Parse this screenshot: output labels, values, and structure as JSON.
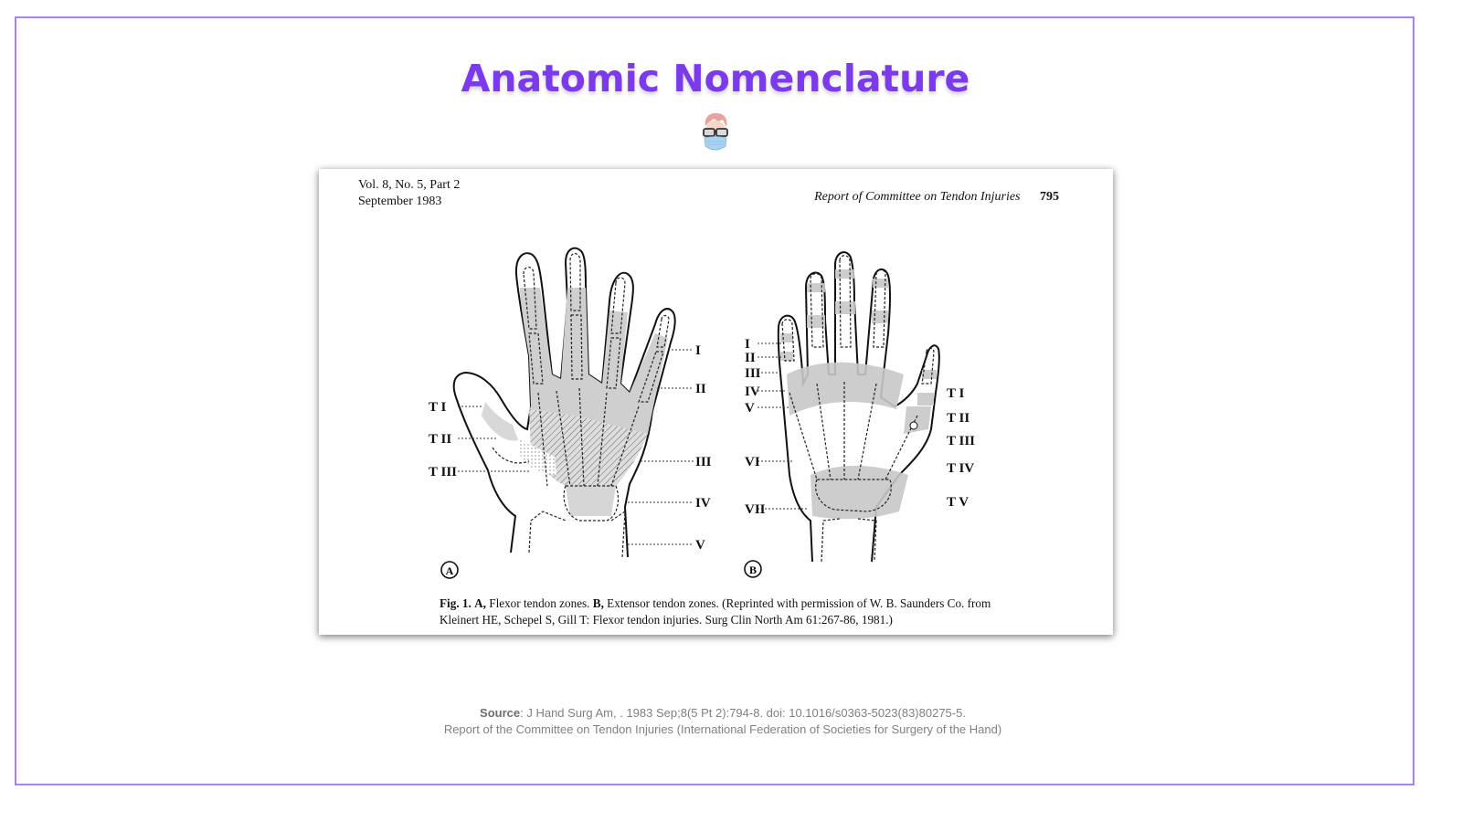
{
  "slide": {
    "title": "Anatomic Nomenclature",
    "avatar_icon": "doctor-avatar-icon",
    "accent_color": "#7c3aed",
    "frame_color": "#a584f0"
  },
  "document": {
    "header_left_line1": "Vol. 8, No. 5, Part 2",
    "header_left_line2": "September 1983",
    "header_journal": "Report of Committee on Tendon Injuries",
    "header_page": "795",
    "figure": {
      "panel_a_label": "A",
      "panel_b_label": "B",
      "panel_a_zones": [
        "I",
        "II",
        "III",
        "IV",
        "V"
      ],
      "panel_a_thumb_zones": [
        "T I",
        "T II",
        "T III"
      ],
      "panel_b_zones": [
        "I",
        "II",
        "III",
        "IV",
        "V",
        "VI",
        "VII"
      ],
      "panel_b_thumb_zones": [
        "T I",
        "T II",
        "T III",
        "T IV",
        "T V"
      ]
    },
    "caption": {
      "fig_label": "Fig. 1.",
      "a_label": "A,",
      "a_text": " Flexor tendon zones. ",
      "b_label": "B,",
      "b_text": " Extensor tendon zones. (Reprinted with permission of W. B. Saunders Co. from Kleinert HE, Schepel S, Gill T: Flexor tendon injuries. Surg Clin North Am 61:267-86, 1981.)"
    }
  },
  "source": {
    "label": "Source",
    "line1": ": J Hand Surg Am, . 1983 Sep;8(5 Pt 2):794-8.  doi: 10.1016/s0363-5023(83)80275-5.",
    "line2": "Report of the Committee on Tendon Injuries (International Federation of Societies for Surgery of the Hand)"
  }
}
